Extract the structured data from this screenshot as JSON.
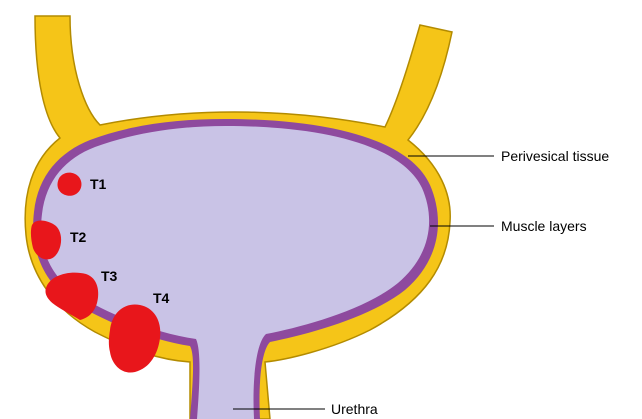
{
  "colors": {
    "perivesical_tissue": "#f5c518",
    "tissue_outline": "#b38b00",
    "muscle_layer": "#8e4a9e",
    "lumen": "#c9c3e6",
    "tumor": "#e8161b",
    "leader_line": "#000000",
    "text": "#000000"
  },
  "callouts": {
    "perivesical": "Perivesical tissue",
    "muscle": "Muscle layers",
    "urethra": "Urethra"
  },
  "stages": {
    "t1": "T1",
    "t2": "T2",
    "t3": "T3",
    "t4": "T4"
  }
}
